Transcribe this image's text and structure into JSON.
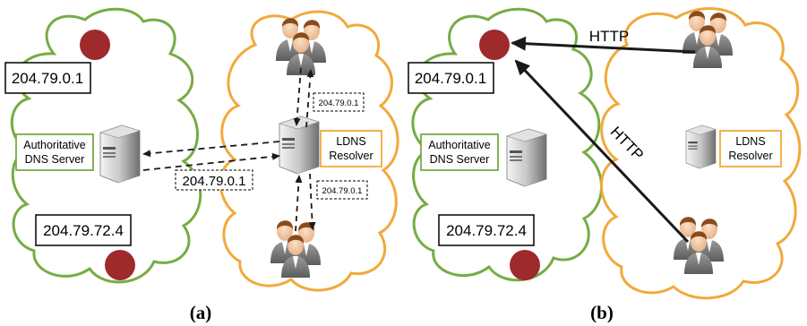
{
  "colors": {
    "authoritative_cloud": "#76AC45",
    "ldns_cloud": "#F2A93B",
    "server_dot": "#9E2A2B",
    "arrow": "#1a1a1a"
  },
  "panel_a": {
    "caption": "(a)",
    "ip_top": "204.79.0.1",
    "ip_bottom": "204.79.72.4",
    "auth_server_line1": "Authoritative",
    "auth_server_line2": "DNS Server",
    "ldns_line1": "LDNS",
    "ldns_line2": "Resolver",
    "reply_top": "204.79.0.1",
    "reply_mid": "204.79.0.1",
    "reply_bottom": "204.79.0.1"
  },
  "panel_b": {
    "caption": "(b)",
    "ip_top": "204.79.0.1",
    "ip_bottom": "204.79.72.4",
    "auth_server_line1": "Authoritative",
    "auth_server_line2": "DNS Server",
    "ldns_line1": "LDNS",
    "ldns_line2": "Resolver",
    "http_top": "HTTP",
    "http_diag": "HTTP"
  },
  "icons": [
    "server-icon",
    "user-group-icon"
  ]
}
